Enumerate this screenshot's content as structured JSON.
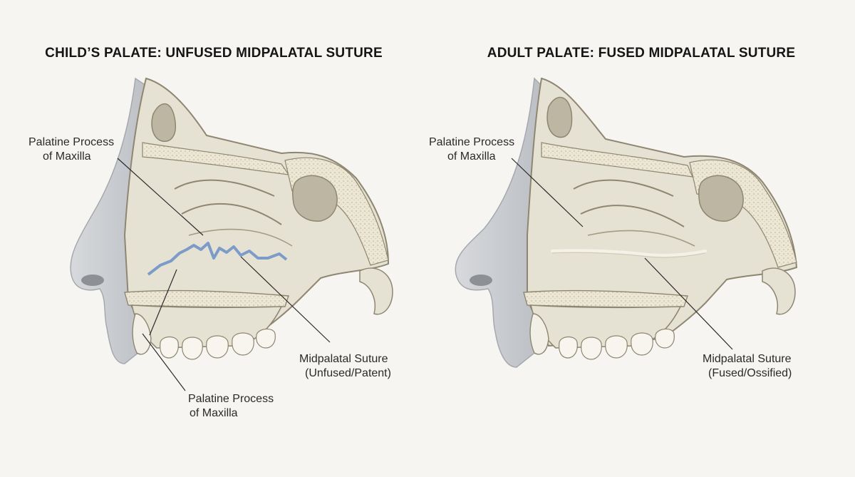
{
  "panels": [
    {
      "title": "CHILD’S PALATE: UNFUSED MIDPALATAL SUTURE",
      "labels": {
        "upper_process": [
          "Palatine Process",
          "of Maxilla"
        ],
        "suture": [
          "Midpalatal Suture",
          "(Unfused/Patent)"
        ],
        "lower_process": [
          "Palatine Process",
          "of Maxilla"
        ]
      }
    },
    {
      "title": "ADULT PALATE: FUSED MIDPALATAL SUTURE",
      "labels": {
        "upper_process": [
          "Palatine Process",
          "of Maxilla"
        ],
        "suture": [
          "Midpalatal Suture",
          "(Fused/Ossified)"
        ]
      }
    }
  ],
  "colors": {
    "background": "#f6f5f1",
    "bone": "#e6e2d3",
    "bone_light": "#f1eee3",
    "cancellous": "#ece6d4",
    "soft_tissue": "#c9ccd0",
    "cavity": "#bdb6a2",
    "suture_unfused": "#7d9bc9",
    "suture_fused": "#f4f1e8",
    "leader": "#2a2a2a"
  }
}
